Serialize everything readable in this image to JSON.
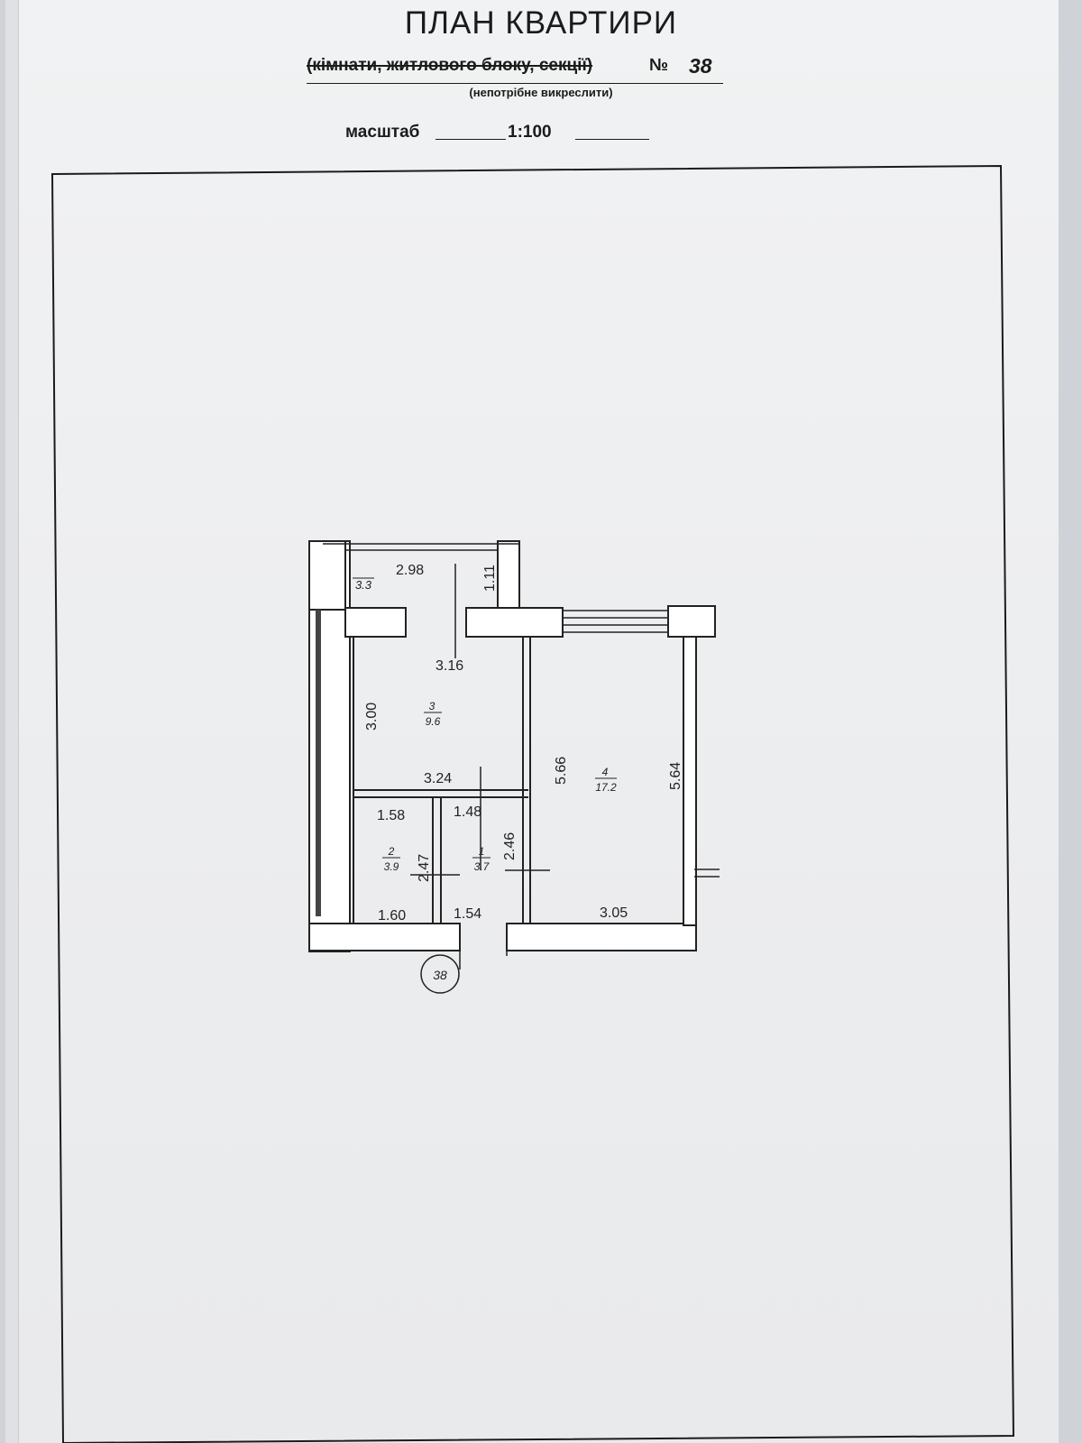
{
  "header": {
    "title": "ПЛАН КВАРТИРИ",
    "subtitle_struck": "(кімнати, житлового блоку, секції)",
    "number_sign": "№",
    "number": "38",
    "note": "(непотрібне викреслити)",
    "scale_label": "масштаб",
    "scale_value": "1:100"
  },
  "plan": {
    "apartment_marker": "38",
    "rooms": [
      {
        "index": "1",
        "area": "3.7"
      },
      {
        "index": "2",
        "area": "3.9"
      },
      {
        "index": "3",
        "area": "9.6"
      },
      {
        "index": "4",
        "area": "17.2"
      },
      {
        "index": "",
        "area": "3.3"
      }
    ],
    "dimensions": [
      "2.98",
      "1.11",
      "3.16",
      "3.00",
      "3.24",
      "5.66",
      "5.64",
      "1.58",
      "1.48",
      "2.47",
      "2.46",
      "1.60",
      "1.54",
      "3.05"
    ]
  },
  "colors": {
    "ink": "#222222",
    "wall_fill": "#ffffff",
    "paper": "#eff0f1"
  }
}
